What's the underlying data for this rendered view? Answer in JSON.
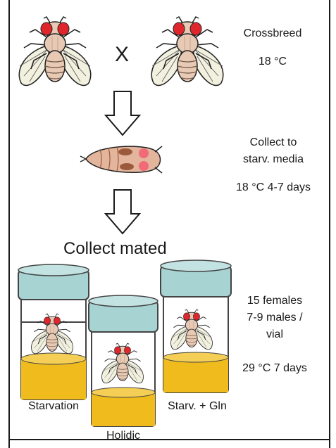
{
  "cross_symbol": "X",
  "step1": {
    "title": "Crossbreed",
    "condition": "18 °C"
  },
  "step2": {
    "line1": "Collect to",
    "line2": "starv. media",
    "condition": "18 °C 4-7 days"
  },
  "step3": {
    "title": "Collect mated"
  },
  "vial_setup": {
    "line1": "15 females",
    "line2": "7-9 males /",
    "line3": "vial",
    "condition": "29 °C 7 days"
  },
  "vials": [
    {
      "label": "Starvation"
    },
    {
      "label": "Holidic"
    },
    {
      "label": "Starv. + Gln"
    }
  ],
  "colors": {
    "cap": "#a8d3d3",
    "media": "#f0bb1c",
    "eye": "#e0262d",
    "fly_body": "#e7c9b4",
    "pupa_body": "#e2b59c",
    "pupa_spot": "#9b5a3c"
  }
}
